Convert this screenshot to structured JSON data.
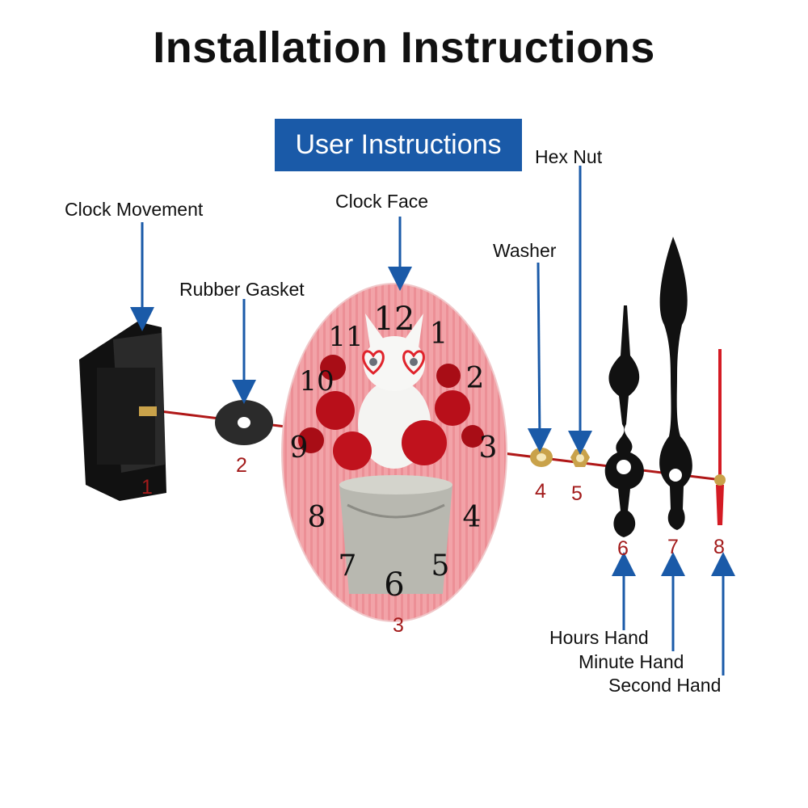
{
  "title": "Installation Instructions",
  "badge": "User Instructions",
  "parts": {
    "clock_movement": {
      "label": "Clock Movement",
      "number": "1"
    },
    "rubber_gasket": {
      "label": "Rubber Gasket",
      "number": "2"
    },
    "clock_face": {
      "label": "Clock Face",
      "number": "3"
    },
    "washer": {
      "label": "Washer",
      "number": "4"
    },
    "hex_nut": {
      "label": "Hex Nut",
      "number": "5"
    },
    "hours_hand": {
      "label": "Hours Hand",
      "number": "6"
    },
    "minute_hand": {
      "label": "Minute Hand",
      "number": "7"
    },
    "second_hand": {
      "label": "Second Hand",
      "number": "8"
    }
  },
  "dial_numerals": [
    "12",
    "1",
    "2",
    "3",
    "4",
    "5",
    "6",
    "7",
    "8",
    "9",
    "10",
    "11"
  ],
  "colors": {
    "arrow": "#1a5aa8",
    "axis": "#b01818",
    "number": "#a31b1b",
    "badge": "#1a5aa8",
    "face_pink": "#f2a3a8"
  }
}
